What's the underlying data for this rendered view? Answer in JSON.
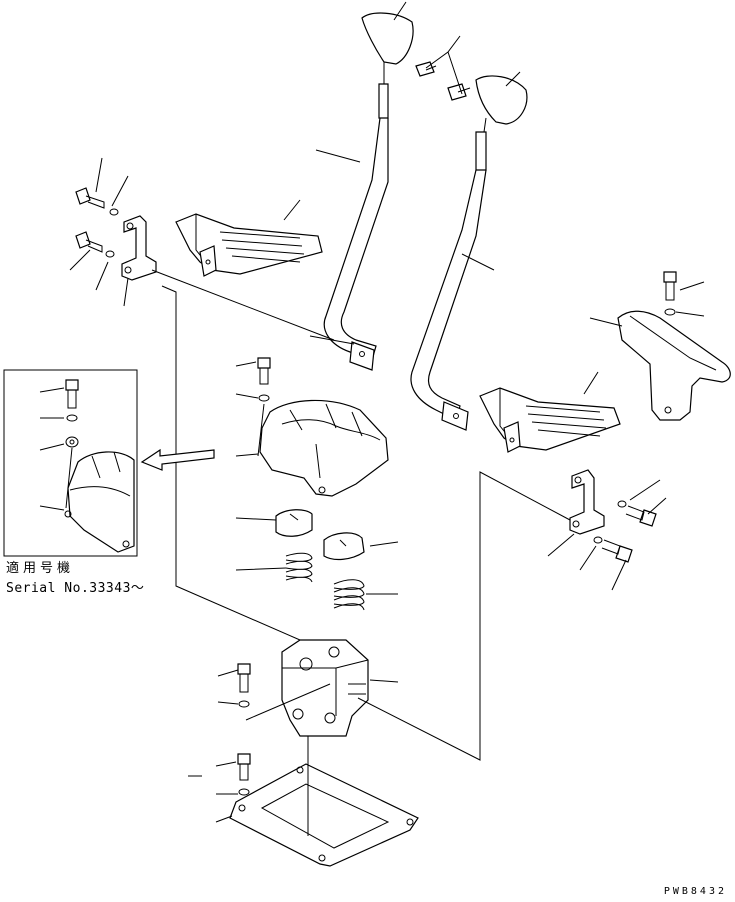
{
  "inset_note": {
    "applies_label": "適用号機",
    "serial_label": "Serial No.33343～"
  },
  "drawing_code": "PWB8432"
}
